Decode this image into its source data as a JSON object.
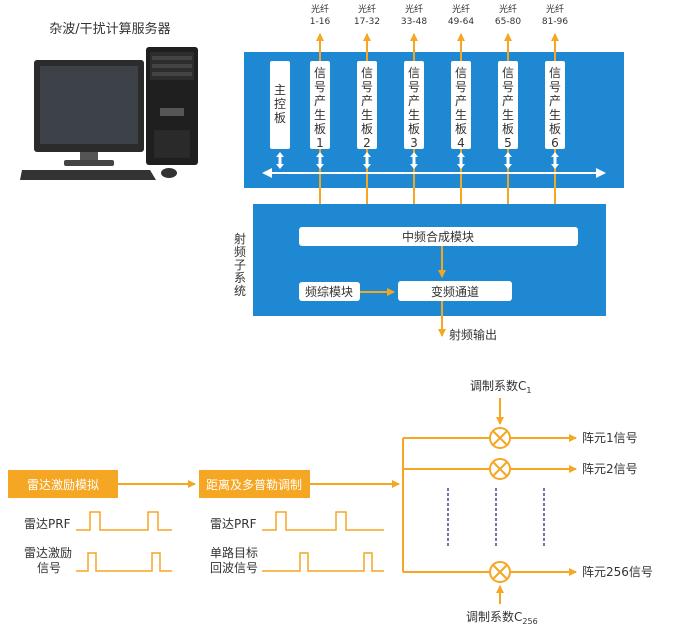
{
  "computer": {
    "label": "杂波/干扰计算服务器"
  },
  "fibers": [
    "光纤",
    "光纤",
    "光纤",
    "光纤",
    "光纤",
    "光纤"
  ],
  "fiber_ranges": [
    "1-16",
    "17-32",
    "33-48",
    "49-64",
    "65-80",
    "81-96"
  ],
  "main_board": "主控板",
  "signal_boards": [
    "信号产生板1",
    "信号产生板2",
    "信号产生板3",
    "信号产生板4",
    "信号产生板5",
    "信号产生板6"
  ],
  "rf_subsystem": {
    "label": "射频子系统",
    "if_combine": "中频合成模块",
    "synth": "频综模块",
    "conversion": "变频通道",
    "output": "射频输出"
  },
  "radar_flow": {
    "stim_box": "雷达激励模拟",
    "range_box": "距离及多普勒调制",
    "radar_prf_left": "雷达PRF",
    "stim_signal_1": "雷达激励",
    "stim_signal_2": "信号",
    "radar_prf_right": "雷达PRF",
    "echo_1": "单路目标",
    "echo_2": "回波信号",
    "coef_top": "调制系数C",
    "coef_top_sub": "1",
    "coef_bottom": "调制系数C",
    "coef_bottom_sub": "256",
    "outputs": [
      "阵元1信号",
      "阵元2信号",
      "阵元256信号"
    ]
  },
  "colors": {
    "blue": "#1e88d2",
    "orange": "#f5a623",
    "text": "#444444"
  }
}
